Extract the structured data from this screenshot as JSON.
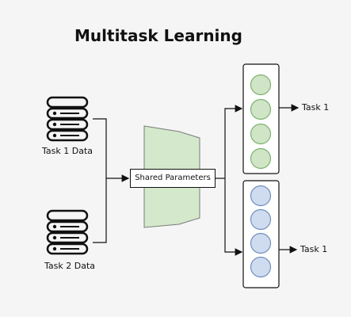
{
  "title": "Multitask Learning",
  "inputs": [
    {
      "label": "Task 1 Data"
    },
    {
      "label": "Task 2 Data"
    }
  ],
  "shared": {
    "label": "Shared Parameters",
    "color": "#d4e8cc"
  },
  "heads": [
    {
      "label": "Task 1",
      "node_color": "#cfe5c6",
      "node_stroke": "#7db26f",
      "node_count": 4
    },
    {
      "label": "Task 1",
      "node_color": "#cfdcef",
      "node_stroke": "#6f8fbf",
      "node_count": 4
    }
  ],
  "colors": {
    "line": "#111111",
    "background": "#f5f5f5"
  }
}
